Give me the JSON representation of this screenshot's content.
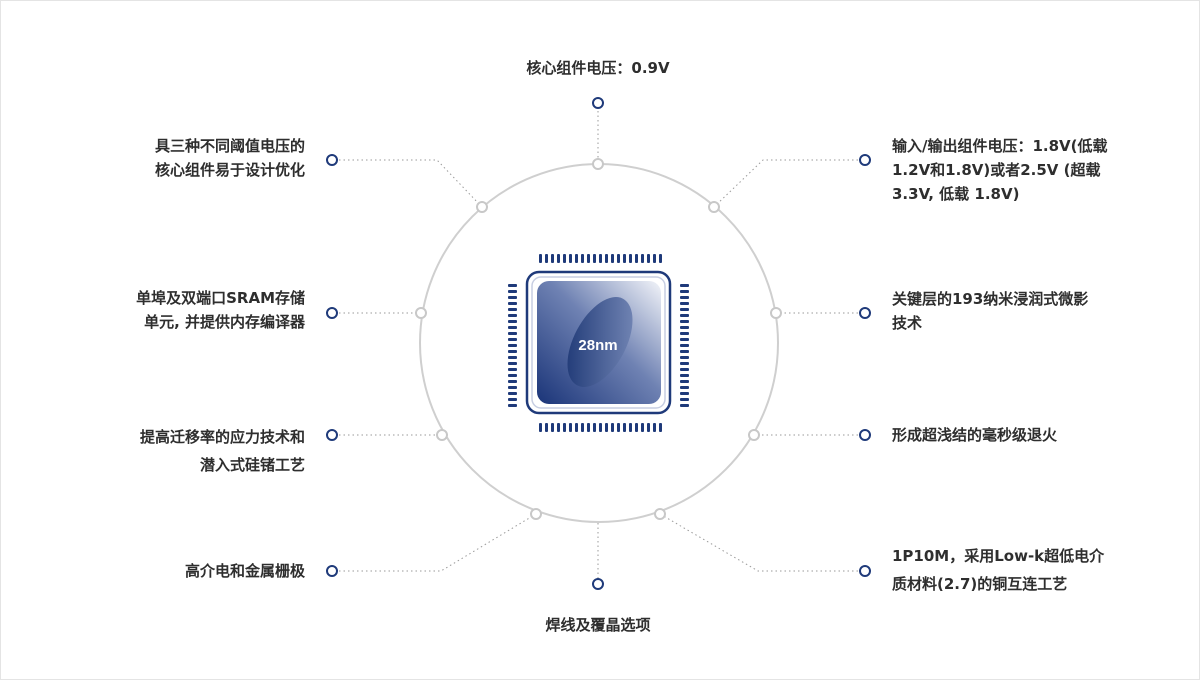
{
  "chip": {
    "label": "28nm"
  },
  "features": {
    "top": {
      "lines": [
        "核心组件电压：0.9V"
      ]
    },
    "bottom": {
      "lines": [
        "焊线及覆晶选项"
      ]
    },
    "left_1": {
      "lines": [
        "具三种不同阈值电压的",
        "核心组件易于设计优化"
      ]
    },
    "left_2": {
      "lines": [
        "单埠及双端口SRAM存储",
        "单元, 并提供内存编译器"
      ]
    },
    "left_3": {
      "lines": [
        "提高迁移率的应力技术和",
        "潜入式硅锗工艺"
      ]
    },
    "left_4": {
      "lines": [
        "高介电和金属栅极"
      ]
    },
    "right_1": {
      "lines": [
        "输入/输出组件电压：1.8V(低载",
        "1.2V和1.8V)或者2.5V (超载",
        "3.3V, 低载 1.8V)"
      ]
    },
    "right_2": {
      "lines": [
        "关键层的193纳米浸润式微影",
        "技术"
      ]
    },
    "right_3": {
      "lines": [
        "形成超浅结的毫秒级退火"
      ]
    },
    "right_4": {
      "lines": [
        "1P10M，采用Low-k超低电介",
        "质材料(2.7)的铜互连工艺"
      ]
    }
  },
  "colors": {
    "accent": "#1f3a7a",
    "ring": "#cfcfcf",
    "connector": "#9a9a9a"
  }
}
